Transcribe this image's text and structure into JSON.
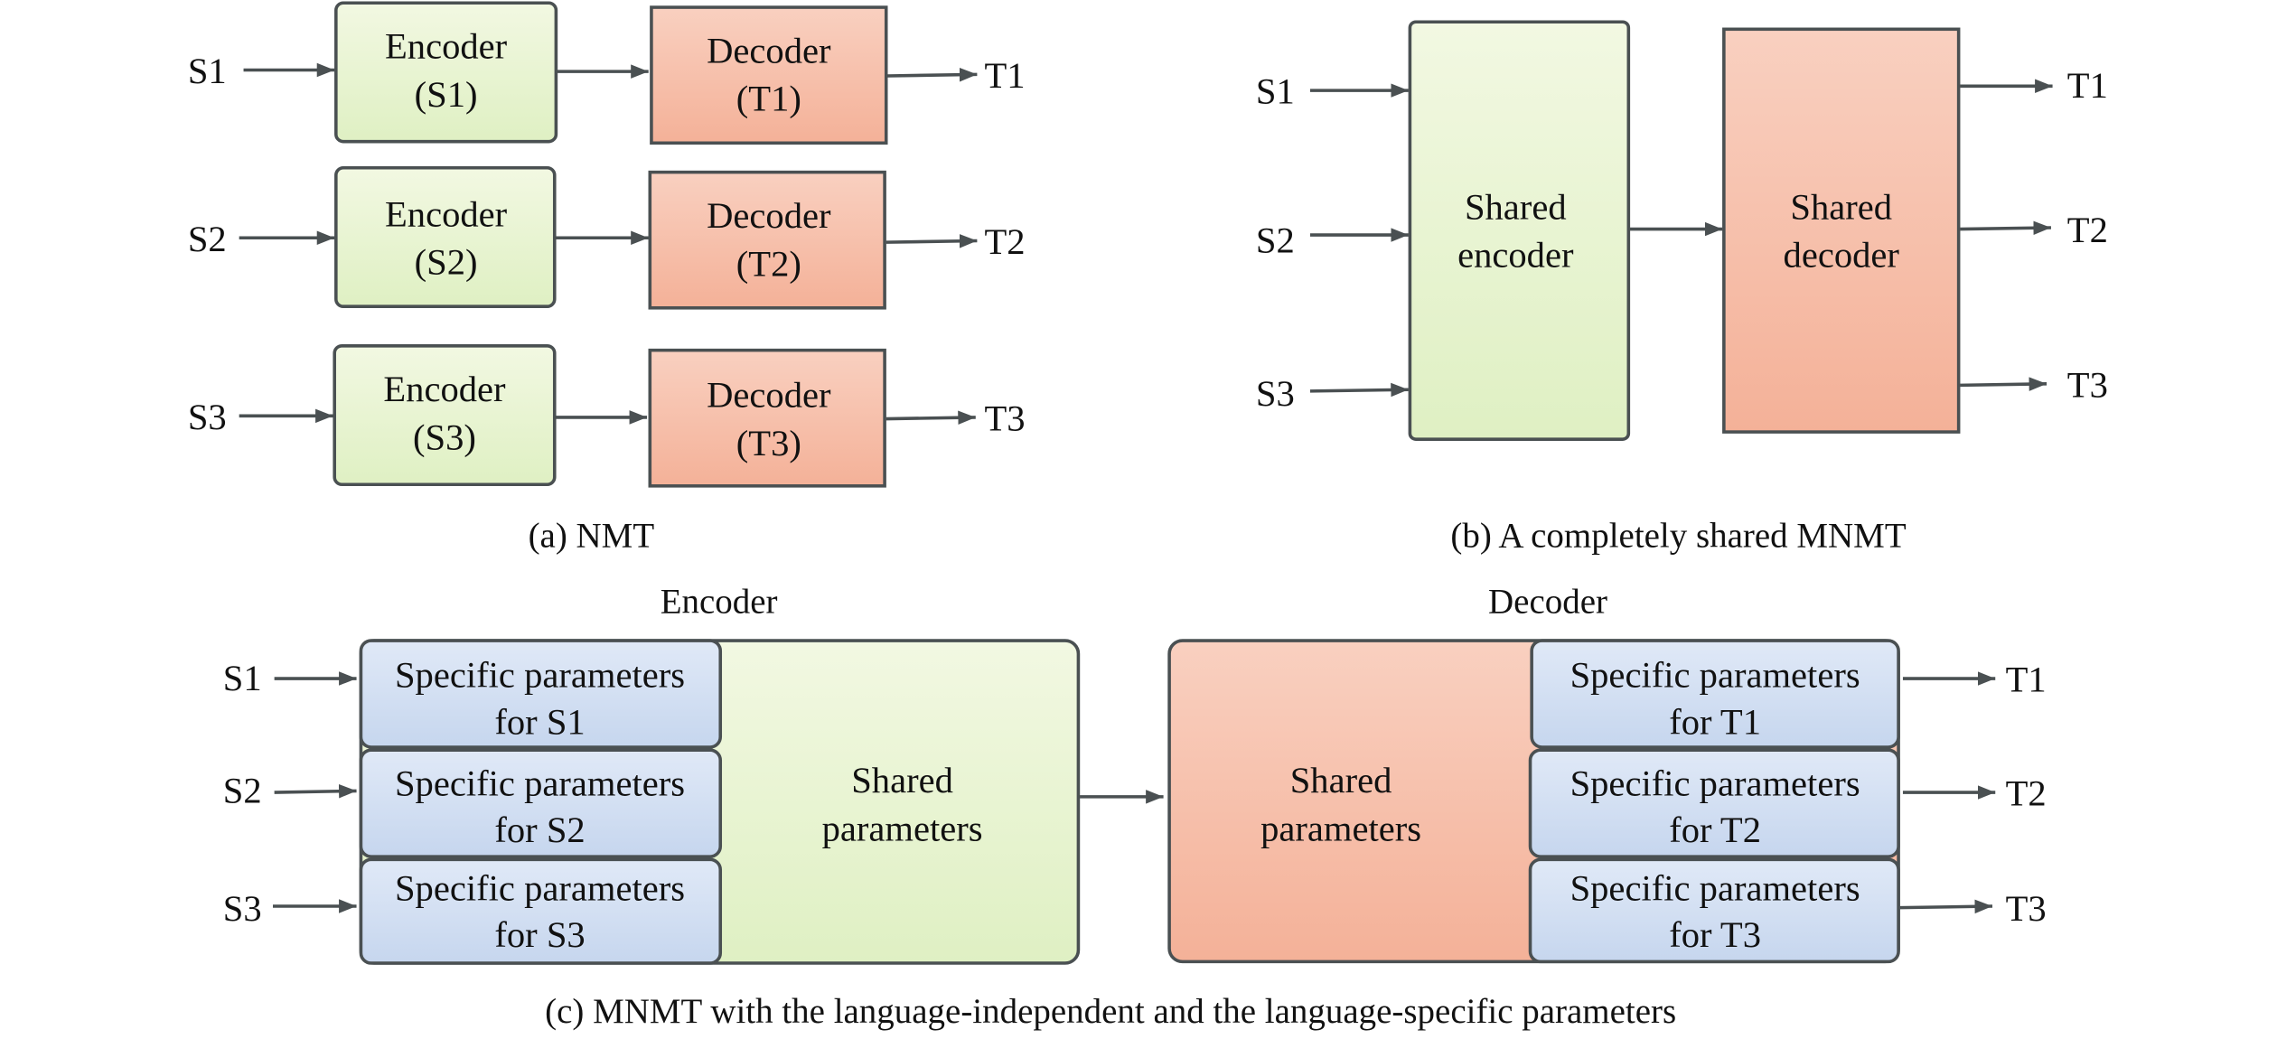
{
  "colors": {
    "encoder_fill_top": "#f2f8e2",
    "encoder_fill_bottom": "#dff0c3",
    "decoder_fill_top": "#f9d0c0",
    "decoder_fill_bottom": "#f4b198",
    "specific_fill_top": "#e0e9f7",
    "specific_fill_bottom": "#c6d6ee",
    "stroke": "#4a5052"
  },
  "panel_a": {
    "caption": "(a) NMT",
    "rows": [
      {
        "source": "S1",
        "encoder_line1": "Encoder",
        "encoder_line2": "(S1)",
        "decoder_line1": "Decoder",
        "decoder_line2": "(T1)",
        "target": "T1"
      },
      {
        "source": "S2",
        "encoder_line1": "Encoder",
        "encoder_line2": "(S2)",
        "decoder_line1": "Decoder",
        "decoder_line2": "(T2)",
        "target": "T2"
      },
      {
        "source": "S3",
        "encoder_line1": "Encoder",
        "encoder_line2": "(S3)",
        "decoder_line1": "Decoder",
        "decoder_line2": "(T3)",
        "target": "T3"
      }
    ]
  },
  "panel_b": {
    "caption": "(b) A completely shared MNMT",
    "sources": [
      "S1",
      "S2",
      "S3"
    ],
    "targets": [
      "T1",
      "T2",
      "T3"
    ],
    "encoder_line1": "Shared",
    "encoder_line2": "encoder",
    "decoder_line1": "Shared",
    "decoder_line2": "decoder"
  },
  "panel_c": {
    "caption": "(c) MNMT with the language-independent and the language-specific parameters",
    "encoder_title": "Encoder",
    "decoder_title": "Decoder",
    "sources": [
      "S1",
      "S2",
      "S3"
    ],
    "targets": [
      "T1",
      "T2",
      "T3"
    ],
    "encoder_specific": [
      {
        "line1": "Specific parameters",
        "line2": "for S1"
      },
      {
        "line1": "Specific parameters",
        "line2": "for S2"
      },
      {
        "line1": "Specific parameters",
        "line2": "for S3"
      }
    ],
    "decoder_specific": [
      {
        "line1": "Specific parameters",
        "line2": "for T1"
      },
      {
        "line1": "Specific parameters",
        "line2": "for T2"
      },
      {
        "line1": "Specific parameters",
        "line2": "for T3"
      }
    ],
    "encoder_shared_line1": "Shared",
    "encoder_shared_line2": "parameters",
    "decoder_shared_line1": "Shared",
    "decoder_shared_line2": "parameters"
  }
}
